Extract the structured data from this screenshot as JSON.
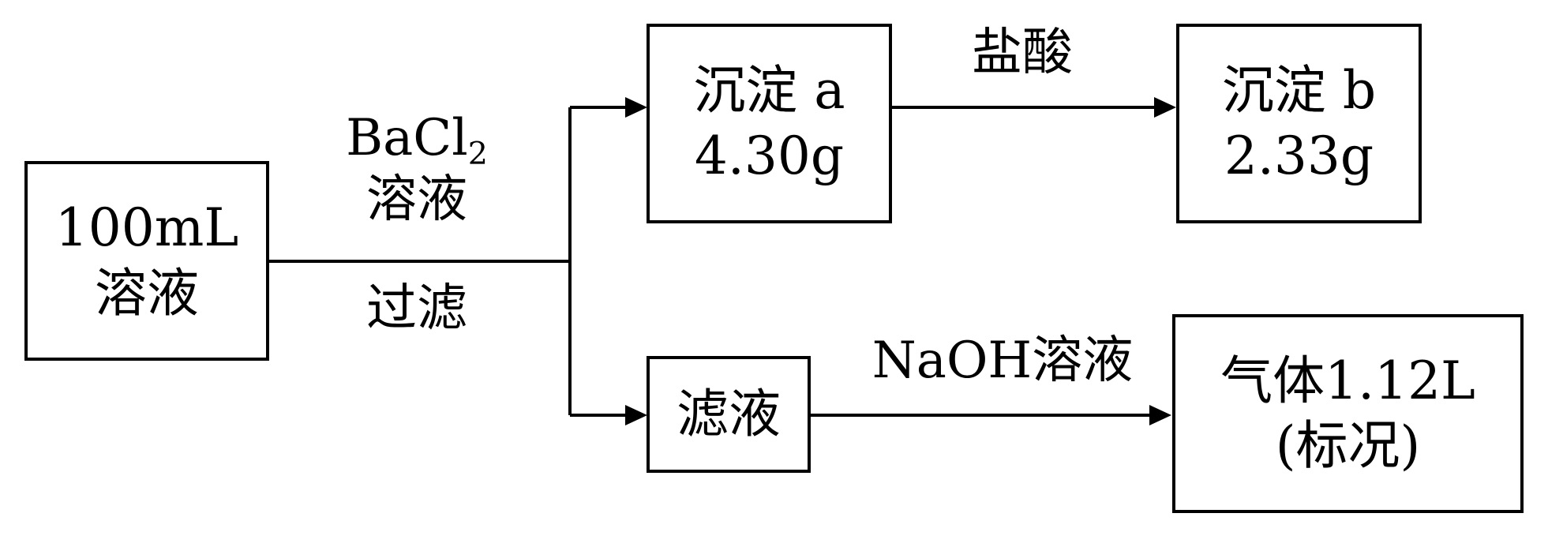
{
  "boxes": {
    "start": {
      "line1": "100mL",
      "line2": "溶液"
    },
    "precipitate_a": {
      "line1": "沉淀 a",
      "line2": "4.30g"
    },
    "precipitate_b": {
      "line1": "沉淀 b",
      "line2": "2.33g"
    },
    "filtrate": {
      "line1": "滤液"
    },
    "gas": {
      "line1": "气体1.12L",
      "line2": "(标况)"
    }
  },
  "labels": {
    "reagent_bacl2": {
      "formula_main": "BaCl",
      "formula_sub": "2",
      "line2": "溶液"
    },
    "filter": "过滤",
    "hydrochloric_acid": "盐酸",
    "naoh_solution": "NaOH溶液"
  }
}
